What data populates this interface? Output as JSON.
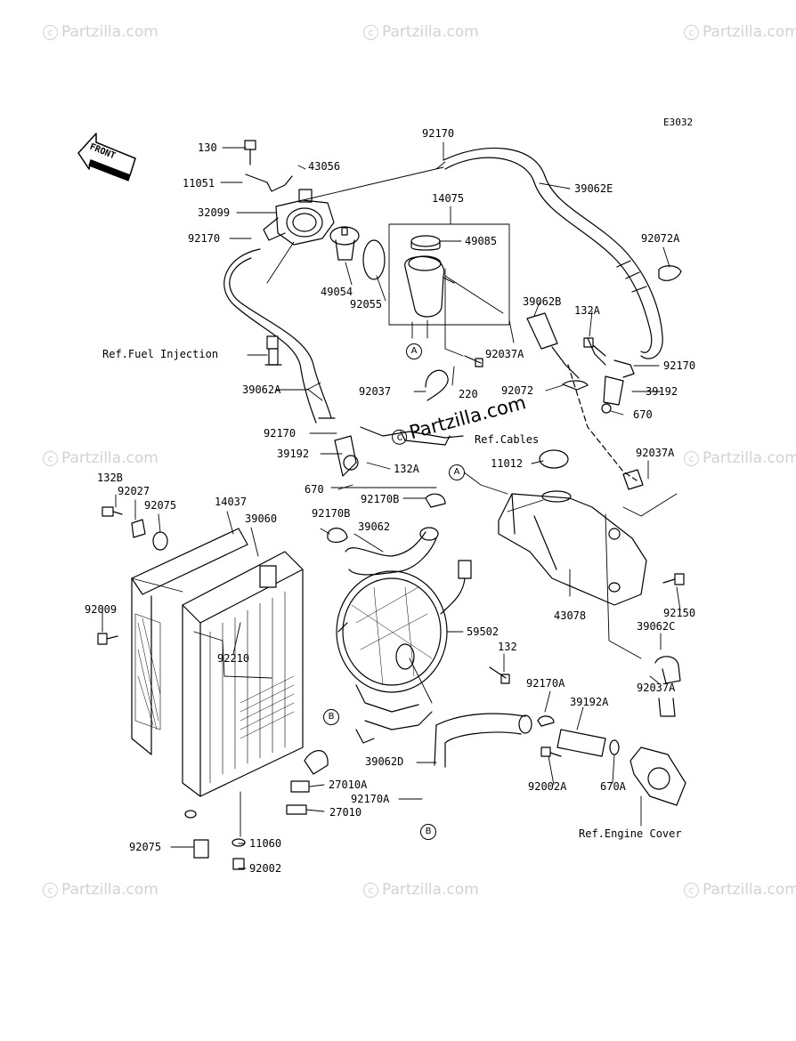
{
  "diagram": {
    "code": "E3032",
    "front_arrow": "FRONT",
    "watermark": "Partzilla.com",
    "callouts": [
      "A",
      "A",
      "B",
      "B"
    ],
    "labels": {
      "p130": "130",
      "p43056": "43056",
      "p11051": "11051",
      "p32099": "32099",
      "p92170_a": "92170",
      "p92170_top": "92170",
      "p14075": "14075",
      "p49085": "49085",
      "p39062E": "39062E",
      "p92072A": "92072A",
      "p49054": "49054",
      "p92055": "92055",
      "p39062B": "39062B",
      "p132A_top": "132A",
      "p92037A_top": "92037A",
      "ref_fuel": "Ref.Fuel Injection",
      "p92170_right": "92170",
      "p39192_right": "39192",
      "p670_right": "670",
      "p92037": "92037",
      "p220": "220",
      "p92072": "92072",
      "p39062A": "39062A",
      "p92170_mid": "92170",
      "ref_cables": "Ref.Cables",
      "p39192_mid": "39192",
      "p132A_mid": "132A",
      "p11012": "11012",
      "p92037A_right": "92037A",
      "p670_mid": "670",
      "p92170B": "92170B",
      "p132B": "132B",
      "p92027": "92027",
      "p92075_top": "92075",
      "p14037": "14037",
      "p39060": "39060",
      "p92170B_2": "92170B",
      "p39062": "39062",
      "p43078": "43078",
      "p92150": "92150",
      "p92009": "92009",
      "p59502": "59502",
      "p39062C": "39062C",
      "p92210": "92210",
      "p132": "132",
      "p92037A_low": "92037A",
      "p92170A": "92170A",
      "p39192A": "39192A",
      "p39062D": "39062D",
      "p27010A": "27010A",
      "p92002A": "92002A",
      "p670A": "670A",
      "p92170A_2": "92170A",
      "p27010": "27010",
      "ref_engine": "Ref.Engine Cover",
      "p92075_bot": "92075",
      "p11060": "11060",
      "p92002": "92002"
    }
  }
}
